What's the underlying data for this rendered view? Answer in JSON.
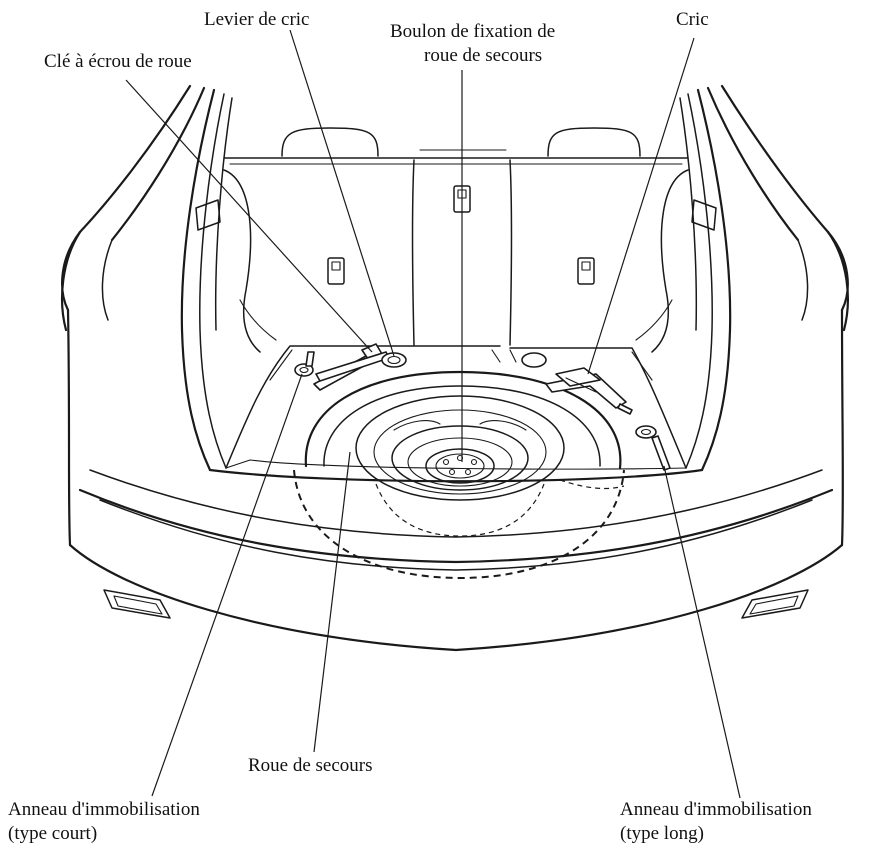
{
  "labels": {
    "jack_lever": "Levier de cric",
    "spare_bolt_line1": "Boulon de fixation de",
    "spare_bolt_line2": "roue de secours",
    "jack": "Cric",
    "lug_wrench": "Clé à écrou de roue",
    "spare_tire": "Roue de secours",
    "tiedown_short_line1": "Anneau d'immobilisation",
    "tiedown_short_line2": "(type court)",
    "tiedown_long_line1": "Anneau d'immobilisation",
    "tiedown_long_line2": "(type long)"
  },
  "colors": {
    "line": "#1a1a1a",
    "background": "#ffffff"
  }
}
